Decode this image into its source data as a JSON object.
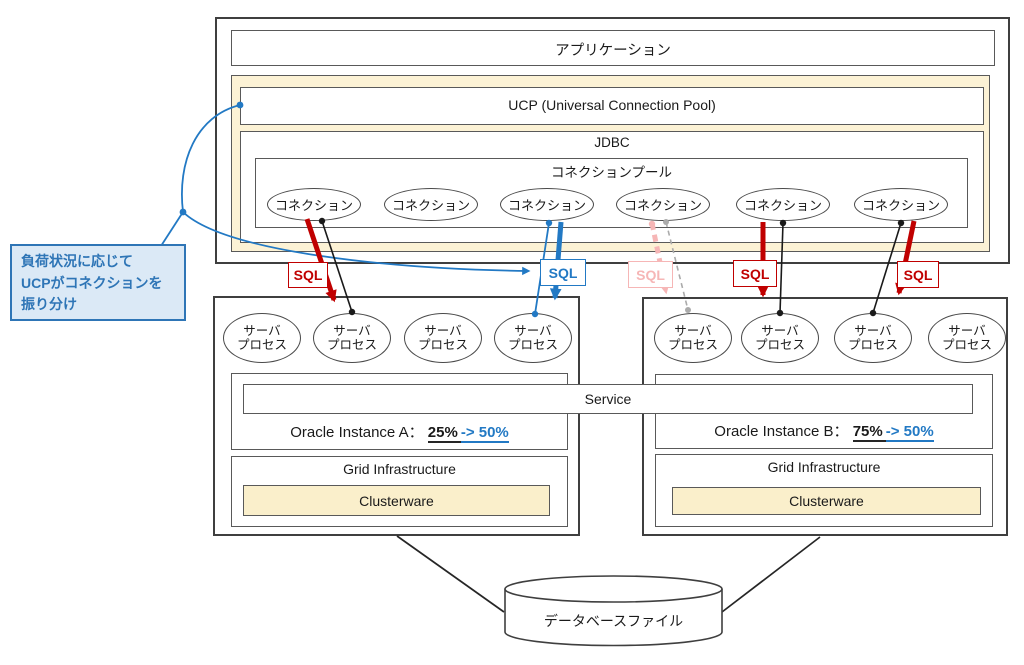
{
  "colors": {
    "arrow_red": "#C00000",
    "arrow_blue": "#2279C4",
    "arrow_pink": "#F6B6B6",
    "line_gray": "#ABABAB",
    "cream_fill": "#FCF2D5",
    "callout_fill": "#DBE9F6",
    "callout_border": "#2E75B6"
  },
  "application": {
    "label": "アプリケーション"
  },
  "ucp": {
    "label": "UCP (Universal Connection Pool)"
  },
  "jdbc": {
    "label": "JDBC"
  },
  "pool": {
    "label": "コネクションプール",
    "connections": [
      "コネクション",
      "コネクション",
      "コネクション",
      "コネクション",
      "コネクション",
      "コネクション"
    ]
  },
  "sql_labels": {
    "sql1": "SQL",
    "sql2": "SQL",
    "sql3": "SQL",
    "sql4": "SQL",
    "sql5": "SQL"
  },
  "callout": {
    "line1": "負荷状況に応じて",
    "line2": "UCPがコネクションを",
    "line3": "振り分け"
  },
  "process": {
    "line1": "サーバ",
    "line2": "プロセス"
  },
  "service": {
    "label": "Service"
  },
  "instance_a": {
    "name": "Oracle Instance A：",
    "before": "25%",
    "after": "-> 50%"
  },
  "instance_b": {
    "name": "Oracle Instance B：",
    "before": "75%",
    "after": "-> 50%"
  },
  "grid": {
    "label": "Grid Infrastructure",
    "clusterware": "Clusterware"
  },
  "database": {
    "label": "データベースファイル"
  }
}
